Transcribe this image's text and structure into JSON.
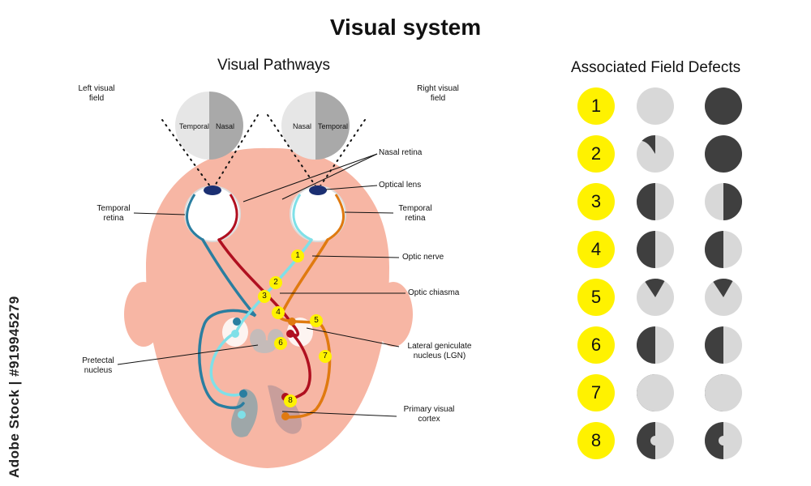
{
  "title": "Visual system",
  "left_panel": {
    "title": "Visual Pathways",
    "left_visual_field": "Left visual\nfield",
    "right_visual_field": "Right visual\nfield",
    "left_circle": {
      "temporal": "Temporal",
      "nasal": "Nasal"
    },
    "right_circle": {
      "nasal": "Nasal",
      "temporal": "Temporal"
    },
    "labels": {
      "nasal_retina": "Nasal retina",
      "optical_lens": "Optical lens",
      "temporal_retina_left": "Temporal\nretina",
      "temporal_retina_right": "Temporal\nretina",
      "optic_nerve": "Optic nerve",
      "optic_chiasma": "Optic chiasma",
      "pretectal_nucleus": "Pretectal\nnucleus",
      "lgn": "Lateral geniculate\nnucleus (LGN)",
      "primary_visual_cortex": "Primary visual\ncortex"
    },
    "markers": [
      "1",
      "2",
      "3",
      "4",
      "5",
      "6",
      "7",
      "8"
    ]
  },
  "right_panel": {
    "title": "Associated Field Defects",
    "rows": [
      "1",
      "2",
      "3",
      "4",
      "5",
      "6",
      "7",
      "8"
    ]
  },
  "watermark": "Adobe Stock | #919945279",
  "colors": {
    "head": "#f7b6a4",
    "marker": "#fff200",
    "dark": "#3f3f3f",
    "light": "#d8d8d8",
    "red": "#b01020",
    "orange": "#e07a10",
    "cyan": "#7fe0e8",
    "blue": "#2a7ea0"
  }
}
